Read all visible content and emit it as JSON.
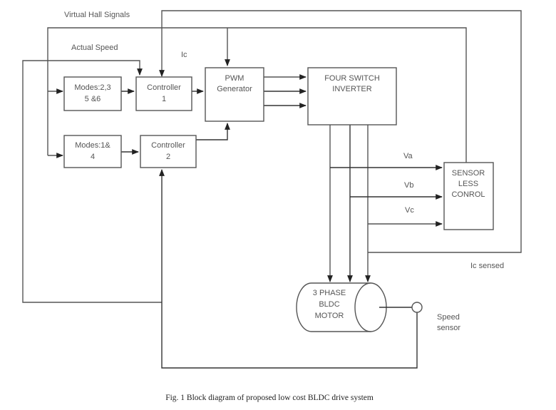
{
  "figure": {
    "caption": "Fig. 1 Block diagram of proposed low cost BLDC drive system"
  },
  "signal_labels": {
    "virtual_hall": "Virtual Hall Signals",
    "actual_speed": "Actual Speed",
    "ic": "Ic",
    "va": "Va",
    "vb": "Vb",
    "vc": "Vc",
    "ic_sensed": "Ic sensed",
    "speed_sensor_line1": "Speed",
    "speed_sensor_line2": "sensor"
  },
  "blocks": {
    "modes_2356": {
      "line1": "Modes:2,3",
      "line2": "5 &6"
    },
    "modes_14": {
      "line1": "Modes:1&",
      "line2": "4"
    },
    "controller_1": {
      "line1": "Controller",
      "line2": "1"
    },
    "controller_2": {
      "line1": "Controller",
      "line2": "2"
    },
    "pwm": {
      "line1": "PWM",
      "line2": "Generator"
    },
    "inverter": {
      "line1": "FOUR SWITCH",
      "line2": "INVERTER"
    },
    "sensorless": {
      "line1": "SENSOR",
      "line2": "LESS",
      "line3": "CONROL"
    },
    "motor": {
      "line1": "3 PHASE",
      "line2": "BLDC",
      "line3": "MOTOR"
    }
  }
}
